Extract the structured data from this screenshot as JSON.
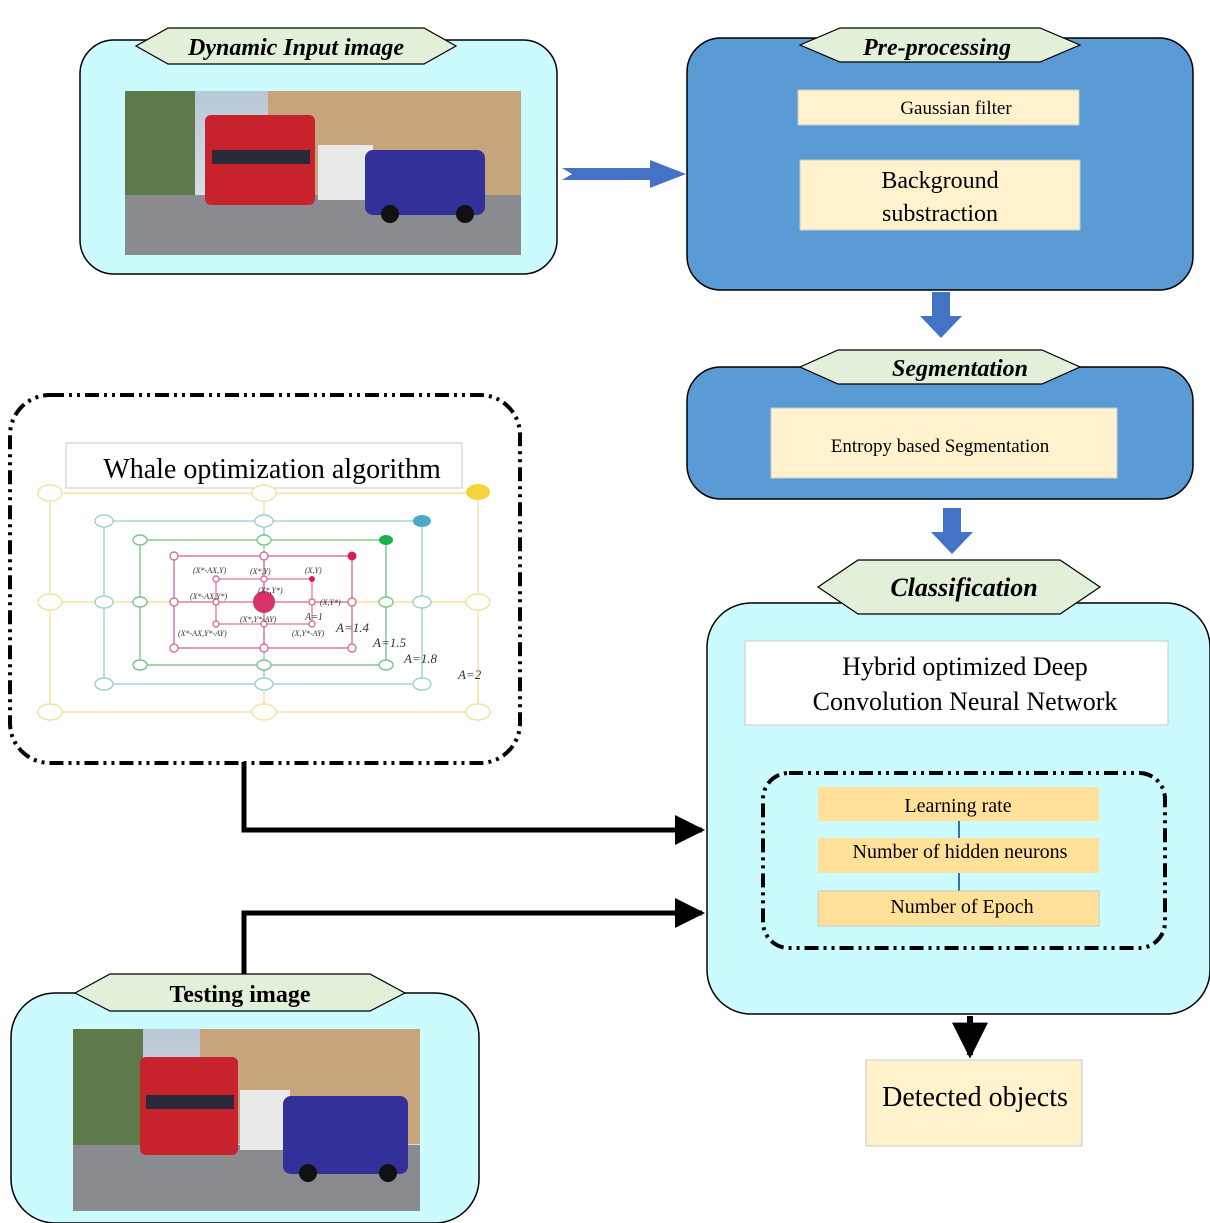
{
  "input_panel": {
    "title": "Dynamic Input image"
  },
  "preprocessing": {
    "title": "Pre-processing",
    "step1": "Gaussian filter",
    "step2_line1": "Background",
    "step2_line2": "substraction"
  },
  "segmentation": {
    "title": "Segmentation",
    "step": "Entropy based Segmentation"
  },
  "woa": {
    "title": "Whale optimization algorithm",
    "grid_labels": [
      "(X*-AX,Y)",
      "(X*,Y)",
      "(X,Y)",
      "(X*-AX,Y*)",
      "(X*,Y*)",
      "(X,Y*)",
      "(X*-AX,Y*-AY)",
      "(X*,Y*-AY)",
      "(X,Y*-AY)"
    ],
    "a_labels": [
      "A=1",
      "A=1.4",
      "A=1.5",
      "A=1.8",
      "A=2"
    ],
    "colors": {
      "yellow": "#f5d33a",
      "blue": "#4aa8cc",
      "green": "#1db14b",
      "magenta": "#d81b60"
    }
  },
  "classification": {
    "title": "Classification",
    "model_line1": "Hybrid optimized Deep",
    "model_line2": "Convolution Neural Network",
    "params": [
      "Learning rate",
      "Number of hidden neurons",
      "Number of Epoch"
    ]
  },
  "testing_panel": {
    "title": "Testing image"
  },
  "output": {
    "label": "Detected objects"
  },
  "colors": {
    "light_cyan": "#ccfbff",
    "dark_blue": "#5b9bd5",
    "tag_green": "#e2efd9",
    "cream": "#fff2cc",
    "param_fill": "#ffe199",
    "arrow_blue": "#4472c4"
  }
}
